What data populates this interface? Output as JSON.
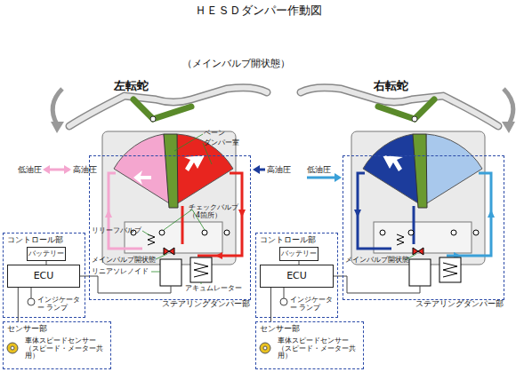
{
  "diagram": {
    "title": "ＨＥＳＤダンパー作動図",
    "nodes": [
      {
        "text": [
          "コントロール部"
        ]
      },
      {
        "text": [
          "バッテリー"
        ],
        "in": 0
      },
      {
        "text": [
          "ECU"
        ],
        "in": 0
      },
      {
        "text": [
          "センサー部",
          "車体スピードセンサー （スピード・メーター共用）"
        ]
      },
      {
        "text": [
          "ステアリングダンパー部"
        ]
      },
      {
        "text": [
          "コントロール部"
        ]
      },
      {
        "text": [
          "バッテリー"
        ],
        "in": 5
      },
      {
        "text": [
          "ECU"
        ],
        "in": 5
      },
      {
        "text": [
          "センサー部",
          "車体スピードセンサー （スピード・メーター共用）"
        ]
      },
      {
        "text": [
          "ステアリングダンパー部"
        ]
      }
    ],
    "edges": [
      {
        "from": 1,
        "to": 2,
        "arrow": "none"
      },
      {
        "from": 2,
        "to": 3,
        "arrow": "none"
      },
      {
        "from": 2,
        "to": 4,
        "arrow": "none"
      },
      {
        "from": 6,
        "to": 7,
        "arrow": "none"
      },
      {
        "from": 7,
        "to": 8,
        "arrow": "none"
      },
      {
        "from": 7,
        "to": 9,
        "arrow": "none"
      }
    ],
    "labels": [
      "（メインバルブ開状態）",
      "左転蛇",
      "右転蛇",
      "低油圧",
      "高油圧",
      "ベーン",
      "ダンパー室",
      "チェックバルブ （4箇所）",
      "リリーフバルブ",
      "メインバルブ開状態",
      "リニアソレノイド",
      "アキュムレーター",
      "インジケーター ランプ",
      "高油圧",
      "低油圧",
      "メインバルブ開状態",
      "インジケーター ランプ"
    ]
  }
}
